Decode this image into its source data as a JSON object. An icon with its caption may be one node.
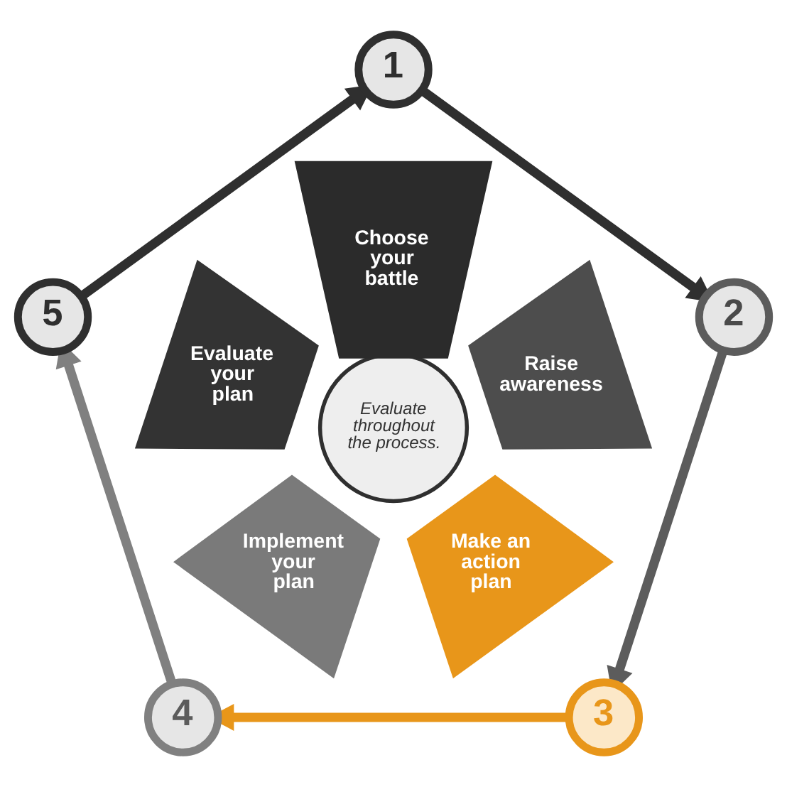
{
  "diagram": {
    "nodes": [
      {
        "text": [
          "1"
        ]
      },
      {
        "text": [
          "Choose your battle"
        ]
      },
      {
        "text": [
          "2"
        ]
      },
      {
        "text": [
          "Raise awareness"
        ]
      },
      {
        "text": [
          "3"
        ]
      },
      {
        "text": [
          "Make an action plan"
        ]
      },
      {
        "text": [
          "4"
        ]
      },
      {
        "text": [
          "Implement your plan"
        ]
      },
      {
        "text": [
          "5"
        ]
      },
      {
        "text": [
          "Evaluate your plan"
        ]
      },
      {
        "text": [
          "Evaluate throughout the process."
        ]
      }
    ],
    "edges": [
      {
        "from": 0,
        "to": 2,
        "arrow": "to"
      },
      {
        "from": 2,
        "to": 4,
        "arrow": "to",
        "color": "#5c5c5c"
      },
      {
        "from": 4,
        "to": 6,
        "arrow": "to",
        "color": "#e8961a"
      },
      {
        "from": 6,
        "to": 8,
        "arrow": "to",
        "color": "#808080"
      },
      {
        "from": 8,
        "to": 0,
        "arrow": "to"
      }
    ]
  }
}
